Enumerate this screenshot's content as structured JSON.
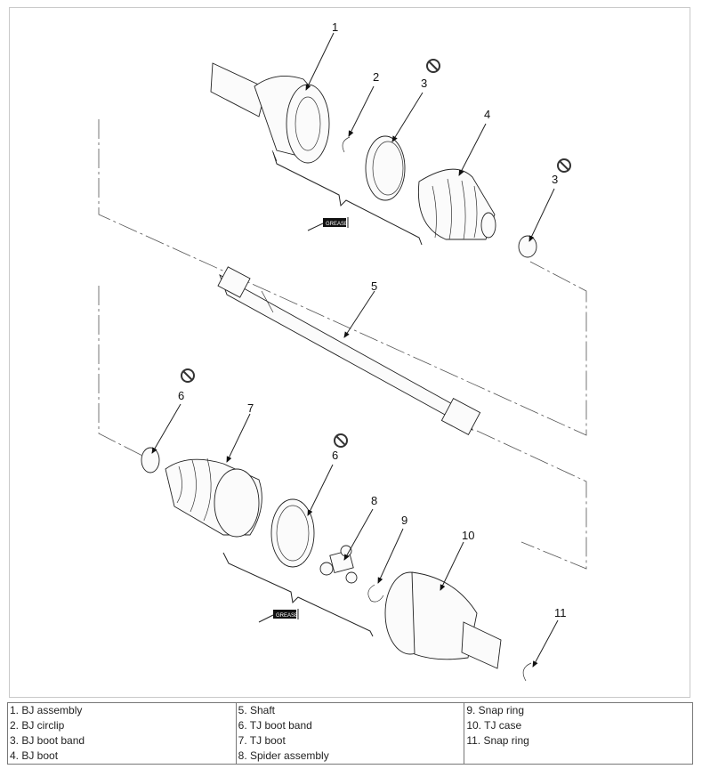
{
  "callouts": {
    "c1": "1",
    "c2": "2",
    "c3a": "3",
    "c3b": "3",
    "c4": "4",
    "c5": "5",
    "c6a": "6",
    "c6b": "6",
    "c7": "7",
    "c8": "8",
    "c9": "9",
    "c10": "10",
    "c11": "11"
  },
  "grease_label": "GREASE",
  "legend": {
    "col1": [
      "1. BJ assembly",
      "2. BJ circlip",
      "3. BJ boot band",
      "4. BJ boot"
    ],
    "col2": [
      "5. Shaft",
      "6. TJ boot band",
      "7. TJ boot",
      "8. Spider assembly"
    ],
    "col3": [
      "9. Snap ring",
      "10. TJ case",
      "11. Snap ring"
    ]
  },
  "icons": {
    "do_not_reuse": "prohibition-icon"
  }
}
